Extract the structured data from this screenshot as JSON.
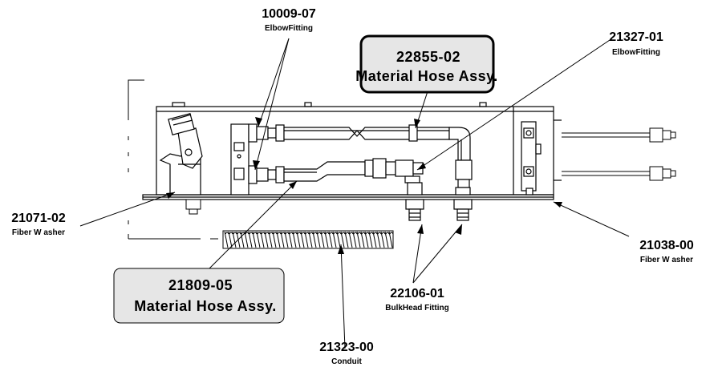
{
  "callouts": {
    "elbow_top": {
      "part": "10009-07",
      "desc": "ElbowFitting"
    },
    "elbow_right": {
      "part": "21327-01",
      "desc": "ElbowFitting"
    },
    "hose_top": {
      "part": "22855-02",
      "desc": "Material Hose Assy."
    },
    "washer_left": {
      "part": "21071-02",
      "desc": "Fiber W asher"
    },
    "washer_right": {
      "part": "21038-00",
      "desc": "Fiber W asher"
    },
    "hose_bottom": {
      "part": "21809-05",
      "desc": "Material Hose Assy."
    },
    "bulkhead": {
      "part": "22106-01",
      "desc": "BulkHead Fitting"
    },
    "conduit": {
      "part": "21323-00",
      "desc": "Conduit"
    }
  },
  "colors": {
    "line": "#000000",
    "box_fill": "#e6e6e6",
    "fitting_fill": "#ffffff"
  }
}
